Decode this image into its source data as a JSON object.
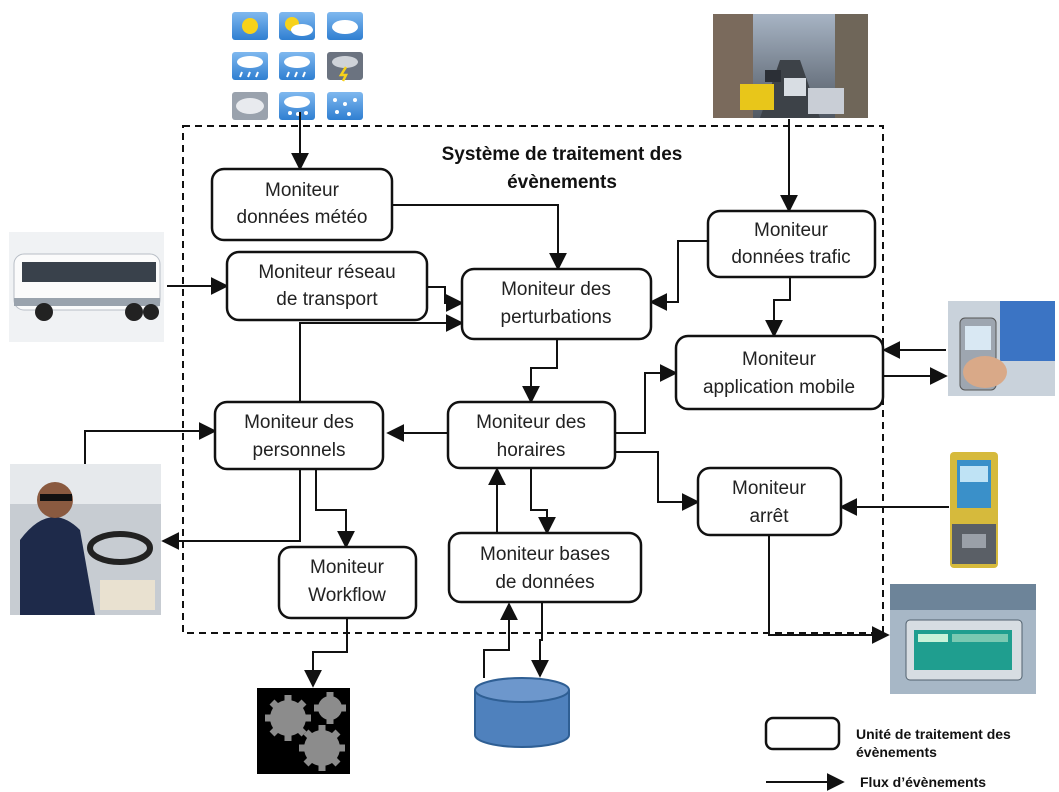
{
  "system": {
    "title_line1": "Système de traitement des",
    "title_line2": "évènements"
  },
  "boxes": {
    "meteo": [
      "Moniteur",
      "données météo"
    ],
    "reseau": [
      "Moniteur réseau",
      "de transport"
    ],
    "perturbations": [
      "Moniteur des",
      "perturbations"
    ],
    "trafic": [
      "Moniteur",
      "données trafic"
    ],
    "mobile": [
      "Moniteur",
      "application mobile"
    ],
    "personnels": [
      "Moniteur des",
      "personnels"
    ],
    "horaires": [
      "Moniteur des",
      "horaires"
    ],
    "arret": [
      "Moniteur",
      "arrêt"
    ],
    "workflow": [
      "Moniteur",
      "Workflow"
    ],
    "bases": [
      "Moniteur bases",
      "de données"
    ]
  },
  "legend": {
    "unit_line1": "Unité de traitement des",
    "unit_line2": "évènements",
    "flow": "Flux d’évènements"
  },
  "colors": {
    "database": "#4f81bd",
    "gears_bg": "#000000",
    "gear": "#8c8c8c"
  }
}
